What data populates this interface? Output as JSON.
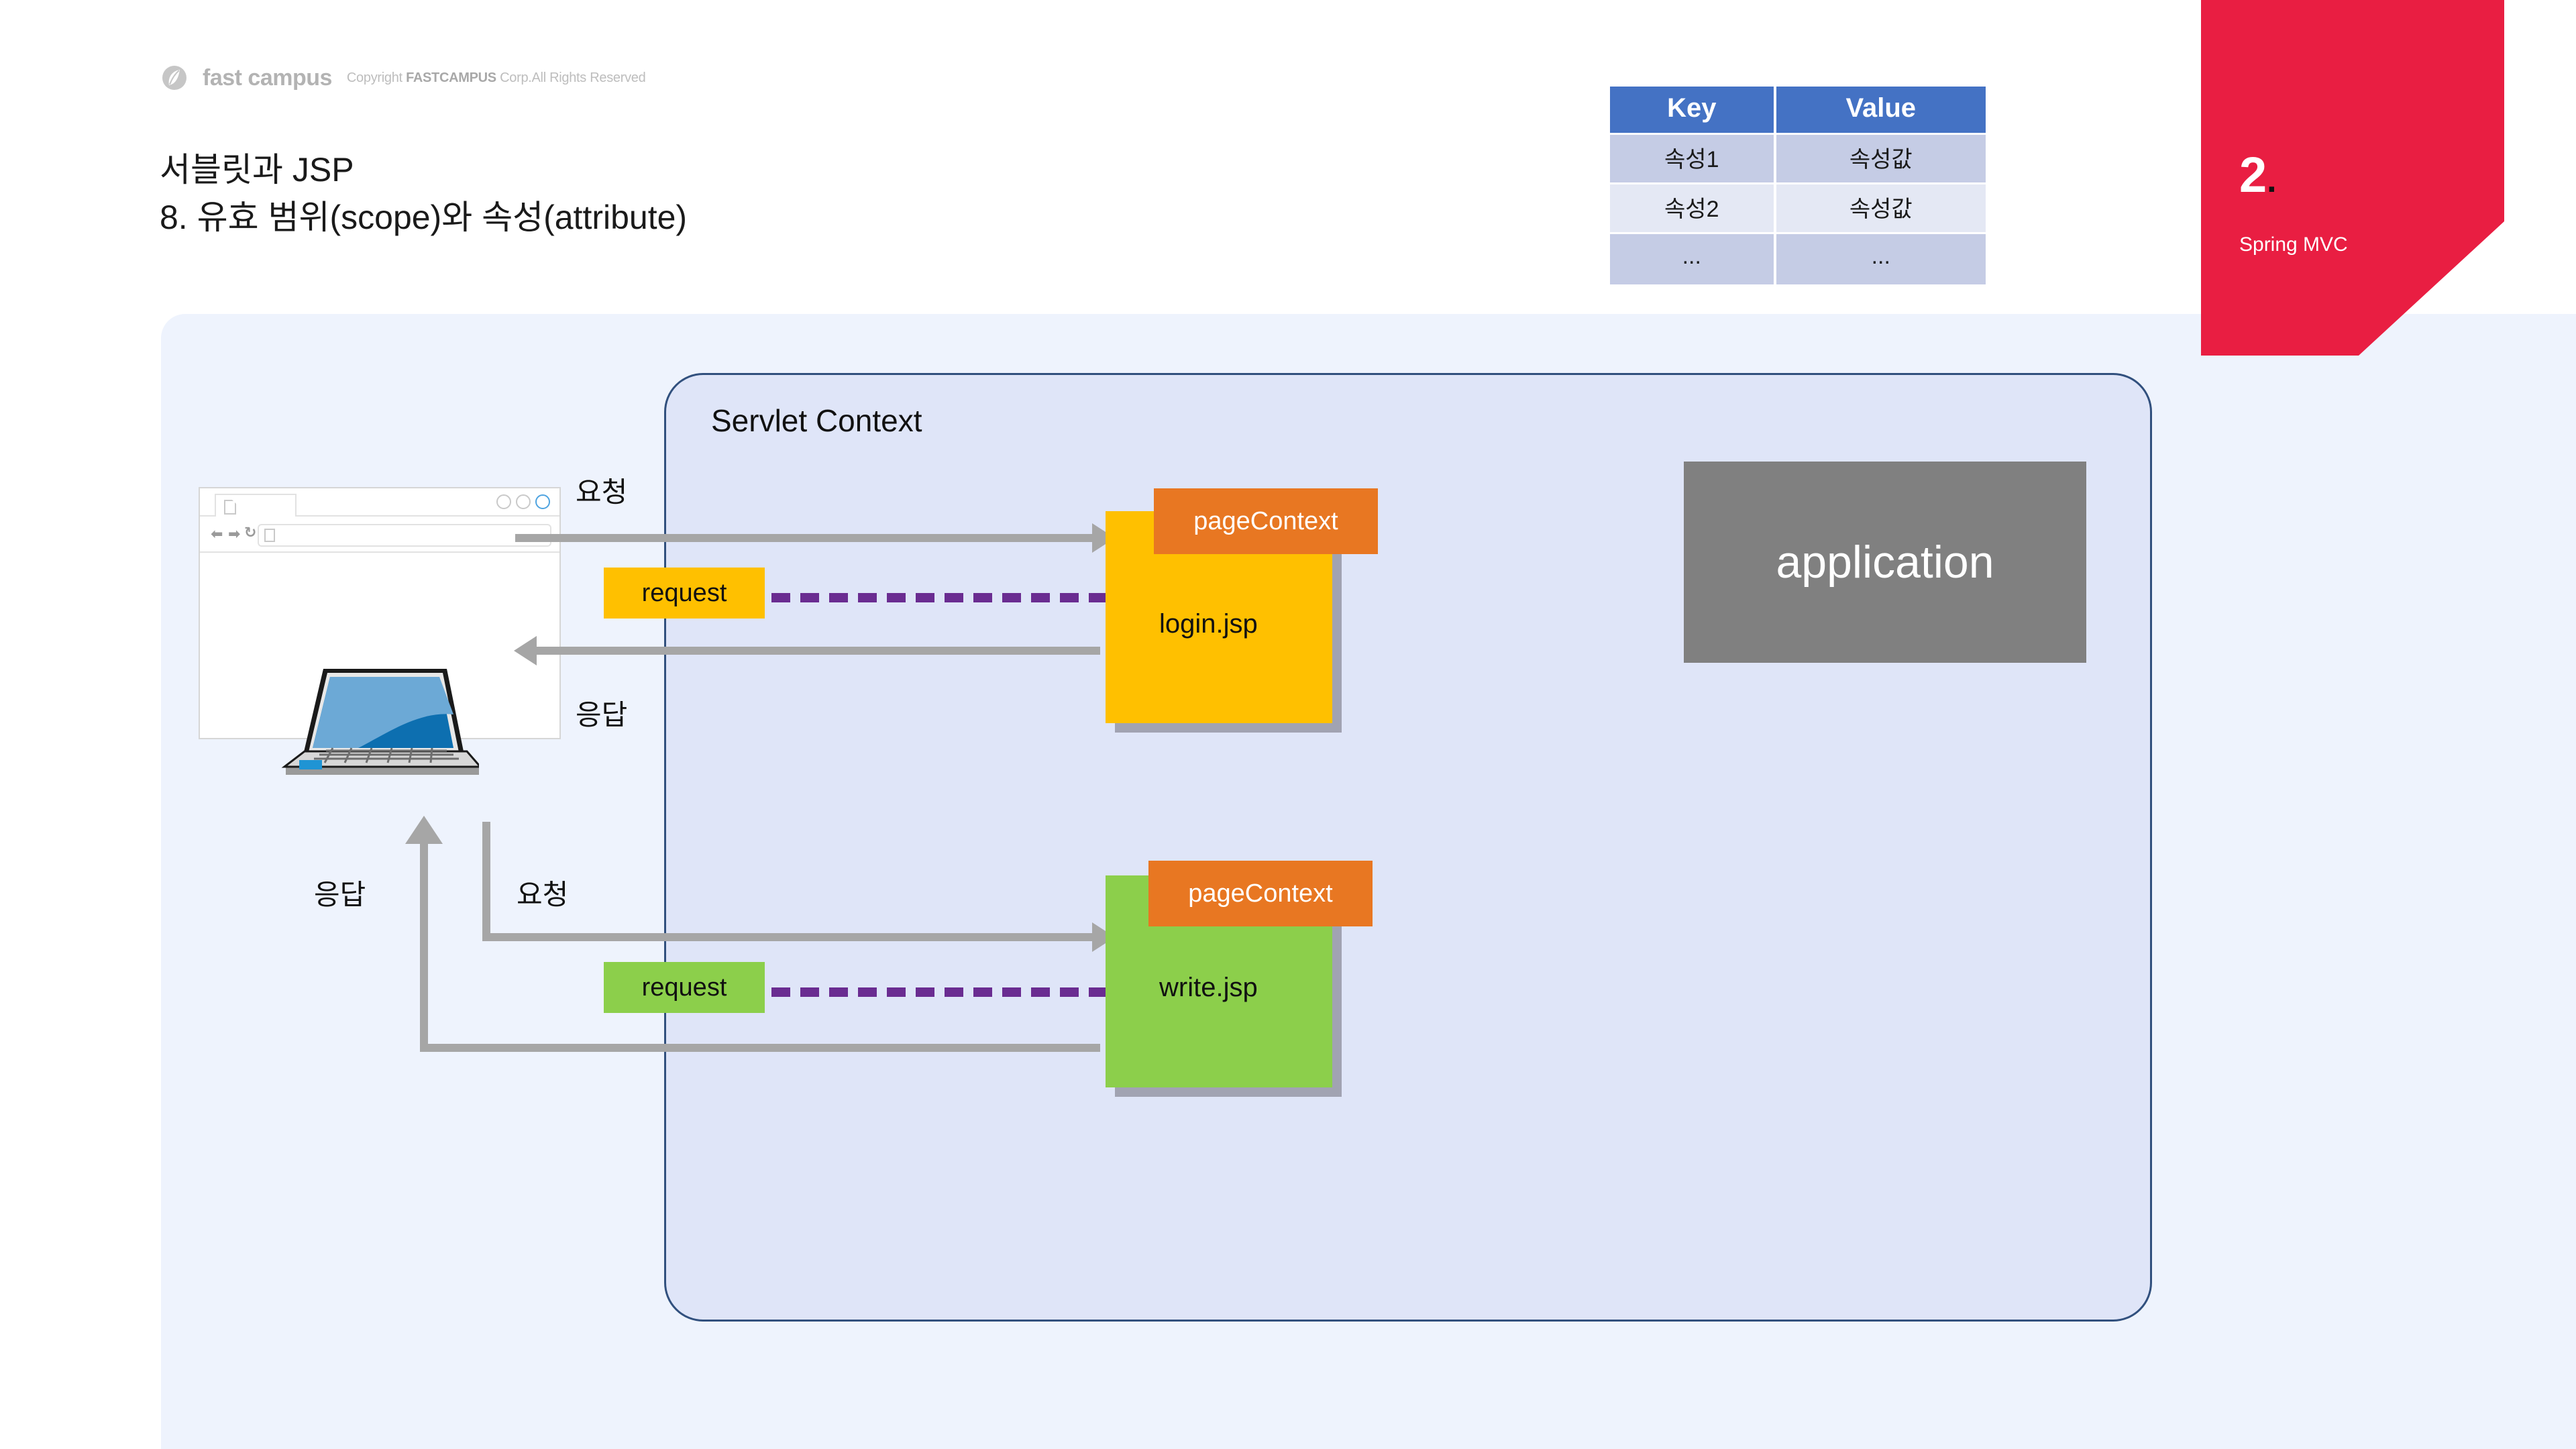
{
  "header": {
    "brand": "fast campus",
    "copyright_prefix": "Copyright ",
    "copyright_brand": "FASTCAMPUS",
    "copyright_suffix": " Corp.All Rights Reserved",
    "title_line1": "서블릿과 JSP",
    "title_line2": "8. 유효 범위(scope)와 속성(attribute)"
  },
  "chapter": {
    "number": "2",
    "dot": ".",
    "subtitle": "Spring MVC"
  },
  "attribute_table": {
    "columns": [
      "Key",
      "Value"
    ],
    "rows": [
      [
        "속성1",
        "속성값"
      ],
      [
        "속성2",
        "속성값"
      ],
      [
        "...",
        "..."
      ]
    ]
  },
  "diagram": {
    "container_label": "Servlet Context",
    "application_label": "application",
    "flows": [
      {
        "request_label": "요청",
        "response_label": "응답",
        "scope_chip": "request",
        "page_tag": "pageContext",
        "page_name": "login.jsp"
      },
      {
        "request_label": "요청",
        "response_label": "응답",
        "scope_chip": "request",
        "page_tag": "pageContext",
        "page_name": "write.jsp"
      }
    ]
  },
  "colors": {
    "brand_red": "#e91e42",
    "table_header_blue": "#4472c4",
    "table_row_dark": "#c5cce5",
    "table_row_light": "#e4e8f4",
    "panel_bg": "#eef3fd",
    "context_bg": "#dfe5f8",
    "context_border": "#31507e",
    "yellow": "#ffc000",
    "green": "#8ccf4b",
    "orange": "#e87722",
    "gray_app": "#808080",
    "arrow_gray": "#a6a6a6",
    "dashed_purple": "#6a2c91"
  }
}
